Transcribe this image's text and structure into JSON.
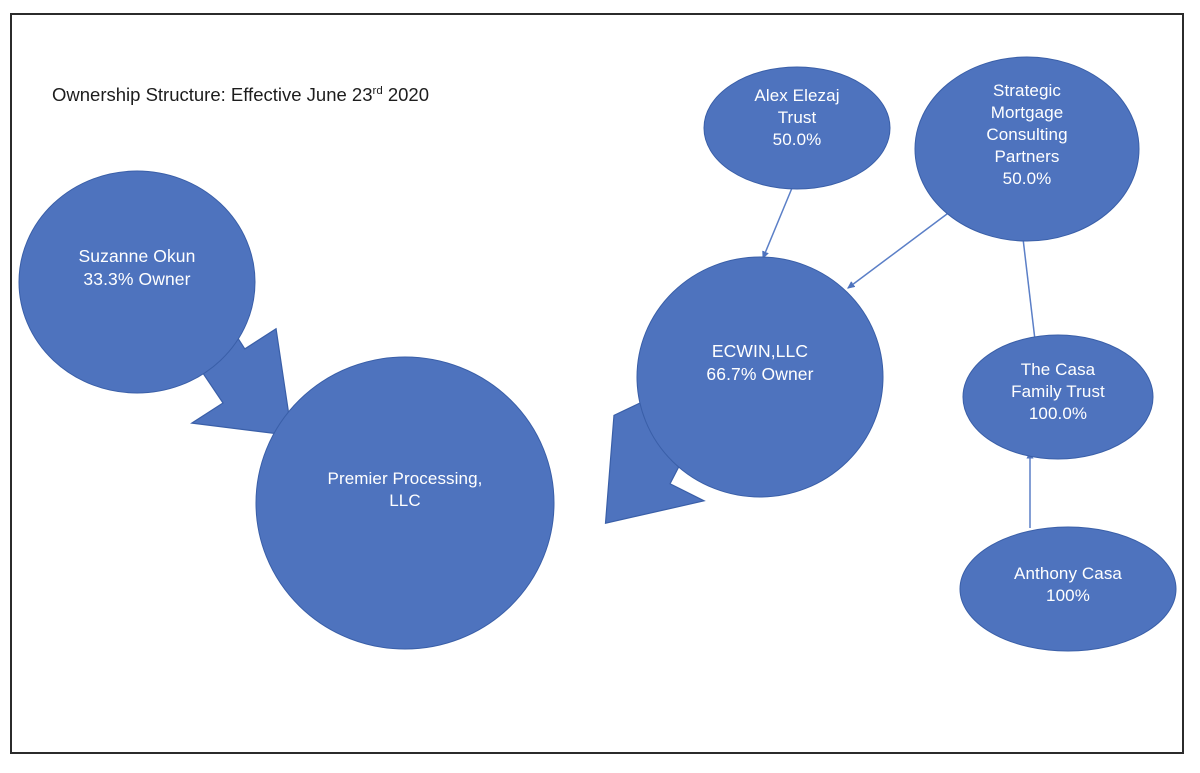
{
  "diagram": {
    "title_prefix": "Ownership Structure: Effective June 23",
    "title_ordinal": "rd",
    "title_suffix": " 2020",
    "title_full": "Ownership Structure: Effective June 23rd 2020",
    "shape_fill_color": "#4E73BE",
    "shape_outline_color": "#3A5FA8",
    "connector_color": "#5B7FC7",
    "label_text_color": "#FFFFFF",
    "frame_border_color": "#2B2B2B",
    "background_color": "#FFFFFF"
  },
  "nodes": [
    {
      "id": "suzanne-okun",
      "shape": "ellipse",
      "name": "Suzanne Okun",
      "stake": "33.3% Owner",
      "label": "Suzanne Okun\n33.3% Owner"
    },
    {
      "id": "premier-processing",
      "shape": "ellipse",
      "name": "Premier Processing, LLC",
      "stake": "",
      "label": "Premier Processing,\nLLC"
    },
    {
      "id": "ecwin-llc",
      "shape": "ellipse",
      "name": "ECWIN,LLC",
      "stake": "66.7% Owner",
      "label": "ECWIN,LLC\n66.7% Owner"
    },
    {
      "id": "alex-elezaj-trust",
      "shape": "ellipse",
      "name": "Alex Elezaj Trust",
      "stake": "50.0%",
      "label": "Alex Elezaj\nTrust\n50.0%"
    },
    {
      "id": "strategic-mortgage-consulting-partners",
      "shape": "ellipse",
      "name": "Strategic Mortgage Consulting Partners",
      "stake": "50.0%",
      "label": "Strategic\nMortgage\nConsulting\nPartners\n50.0%"
    },
    {
      "id": "the-casa-family-trust",
      "shape": "ellipse",
      "name": "The Casa Family Trust",
      "stake": "100.0%",
      "label": "The Casa\nFamily Trust\n100.0%"
    },
    {
      "id": "anthony-casa",
      "shape": "ellipse",
      "name": "Anthony Casa",
      "stake": "100%",
      "label": "Anthony Casa\n100%"
    }
  ],
  "edges": [
    {
      "id": "suzanne-to-premier",
      "from": "suzanne-okun",
      "to": "premier-processing",
      "style": "block-arrow"
    },
    {
      "id": "ecwin-to-premier",
      "from": "ecwin-llc",
      "to": "premier-processing",
      "style": "block-arrow"
    },
    {
      "id": "alex-to-ecwin",
      "from": "alex-elezaj-trust",
      "to": "ecwin-llc",
      "style": "thin-arrow"
    },
    {
      "id": "strategic-to-ecwin",
      "from": "strategic-mortgage-consulting-partners",
      "to": "ecwin-llc",
      "style": "thin-arrow"
    },
    {
      "id": "casatrust-to-strategic",
      "from": "the-casa-family-trust",
      "to": "strategic-mortgage-consulting-partners",
      "style": "thin-arrow"
    },
    {
      "id": "anthony-to-casatrust",
      "from": "anthony-casa",
      "to": "the-casa-family-trust",
      "style": "thin-arrow"
    }
  ]
}
